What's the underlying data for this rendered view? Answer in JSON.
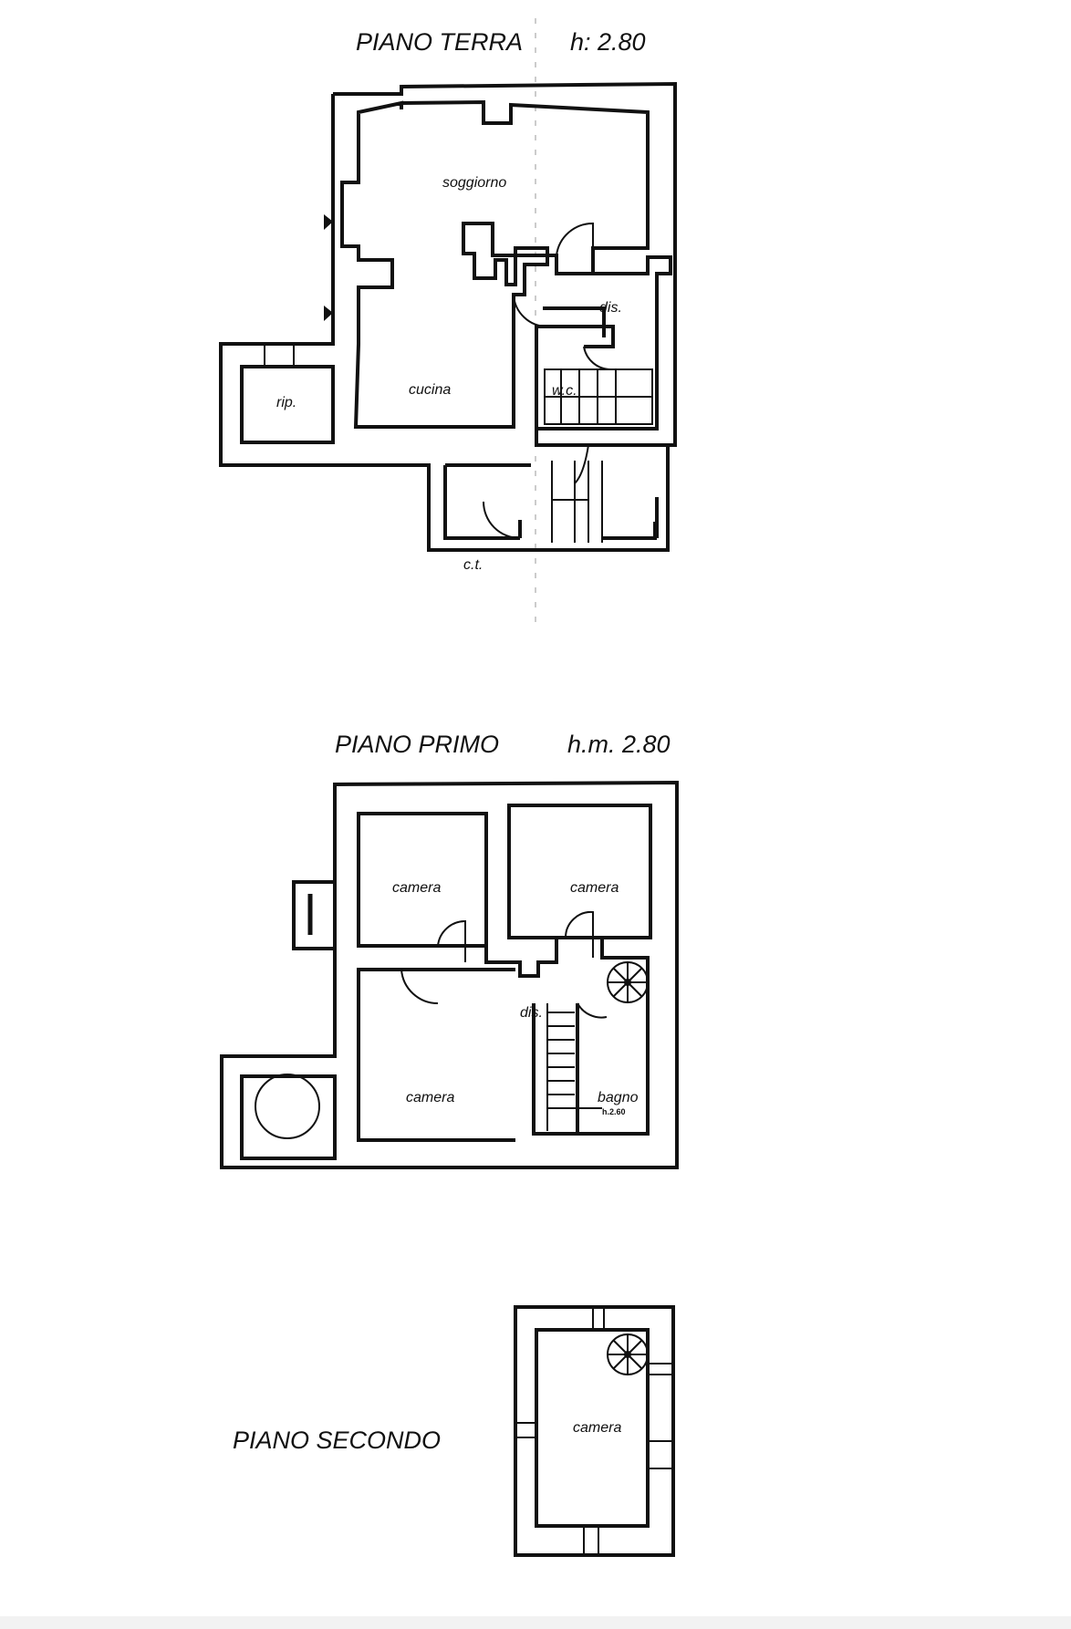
{
  "ground_floor": {
    "title": "PIANO TERRA",
    "height": "h: 2.80",
    "rooms": [
      "soggiorno",
      "cucina",
      "rip.",
      "dis.",
      "w.c.",
      "c.t."
    ]
  },
  "first_floor": {
    "title": "PIANO PRIMO",
    "height": "h.m. 2.80",
    "rooms": [
      "camera",
      "camera",
      "camera",
      "dis.",
      "bagno"
    ],
    "note": "h.2.60"
  },
  "second_floor": {
    "title": "PIANO SECONDO",
    "rooms": [
      "camera"
    ]
  }
}
